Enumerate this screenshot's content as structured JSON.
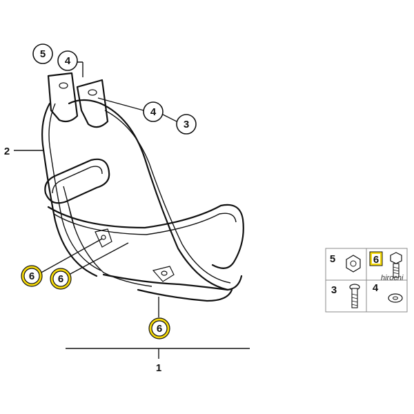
{
  "colors": {
    "highlight": "#f5d90a",
    "line": "#111111",
    "background": "#ffffff",
    "grid": "#888888"
  },
  "callouts": {
    "part_1": "1",
    "part_2": "2",
    "part_3": "3",
    "part_4_top": "4",
    "part_4_side": "4",
    "part_5": "5",
    "part_6_left": "6",
    "part_6_mid": "6",
    "part_6_bottom": "6"
  },
  "parts_grid": {
    "cells": [
      {
        "number": "5",
        "item": "hex nut",
        "highlighted": false
      },
      {
        "number": "6",
        "item": "hex bolt",
        "highlighted": true
      },
      {
        "number": "3",
        "item": "screw",
        "highlighted": false
      },
      {
        "number": "4",
        "item": "washer",
        "highlighted": false
      }
    ],
    "watermark": "hirochi"
  }
}
